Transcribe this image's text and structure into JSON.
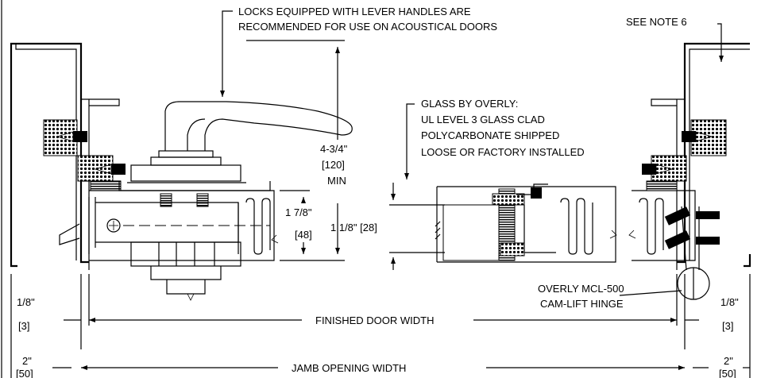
{
  "notes": {
    "lever_note_line1": "LOCKS EQUIPPED WITH LEVER HANDLES ARE",
    "lever_note_line2": "RECOMMENDED FOR USE ON ACOUSTICAL DOORS",
    "see_note": "SEE NOTE 6",
    "glass_line1": "GLASS BY OVERLY:",
    "glass_line2": "UL LEVEL 3 GLASS CLAD",
    "glass_line3": "POLYCARBONATE SHIPPED",
    "glass_line4": "LOOSE OR FACTORY INSTALLED",
    "hinge_line1": "OVERLY MCL-500",
    "hinge_line2": "CAM-LIFT HINGE"
  },
  "dimensions": {
    "lever_height": "4-3/4\"",
    "lever_height_metric": "[120]",
    "lever_height_min": "MIN",
    "door_thickness": "1 7/8\"",
    "door_thickness_metric": "[48]",
    "glass_thickness": "1 1/8\" [28]",
    "gap_left": "1/8\"",
    "gap_left_metric": "[3]",
    "gap_right": "1/8\"",
    "gap_right_metric": "[3]",
    "jamb_left": "2\"",
    "jamb_left_metric": "[50]",
    "jamb_right": "2\"",
    "jamb_right_metric": "[50]",
    "finished_door_width": "FINISHED DOOR WIDTH",
    "jamb_opening_width": "JAMB OPENING WIDTH"
  }
}
